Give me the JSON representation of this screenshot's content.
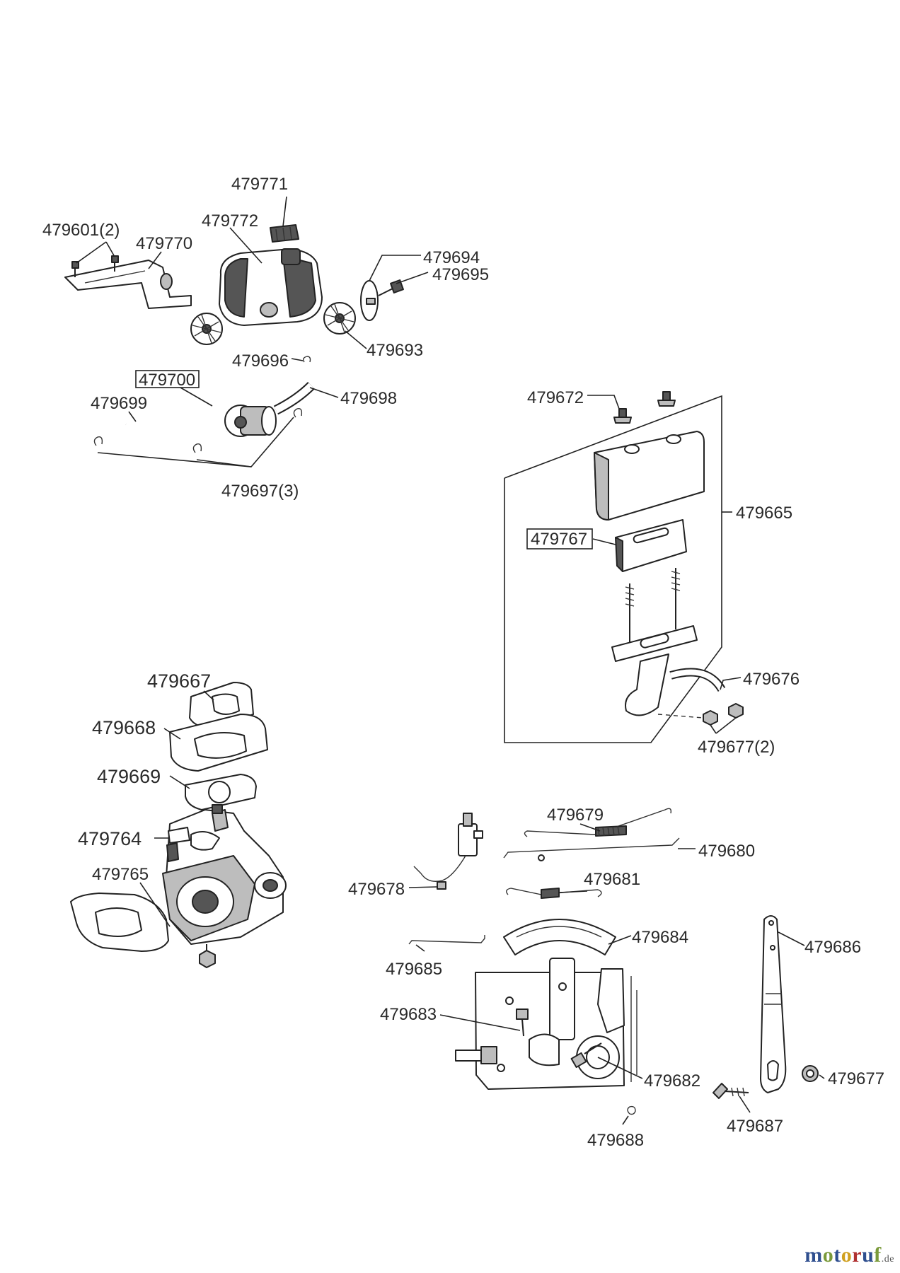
{
  "labels": {
    "p479771": "479771",
    "p479772": "479772",
    "p479601": "479601(2)",
    "p479770": "479770",
    "p479694": "479694",
    "p479695": "479695",
    "p479693": "479693",
    "p479696": "479696",
    "p479700": "479700",
    "p479699": "479699",
    "p479698": "479698",
    "p479697": "479697(3)",
    "p479672": "479672",
    "p479665": "479665",
    "p479767": "479767",
    "p479676": "479676",
    "p479677a": "479677(2)",
    "p479667": "479667",
    "p479668": "479668",
    "p479669": "479669",
    "p479764": "479764",
    "p479765": "479765",
    "p479679": "479679",
    "p479680": "479680",
    "p479678": "479678",
    "p479681": "479681",
    "p479684": "479684",
    "p479685": "479685",
    "p479686": "479686",
    "p479683": "479683",
    "p479682": "479682",
    "p479677b": "479677",
    "p479687": "479687",
    "p479688": "479688"
  },
  "watermark": {
    "m": "m",
    "o1": "o",
    "t": "t",
    "o2": "o",
    "r": "r",
    "u": "u",
    "f": "f",
    "suffix": ".de"
  }
}
